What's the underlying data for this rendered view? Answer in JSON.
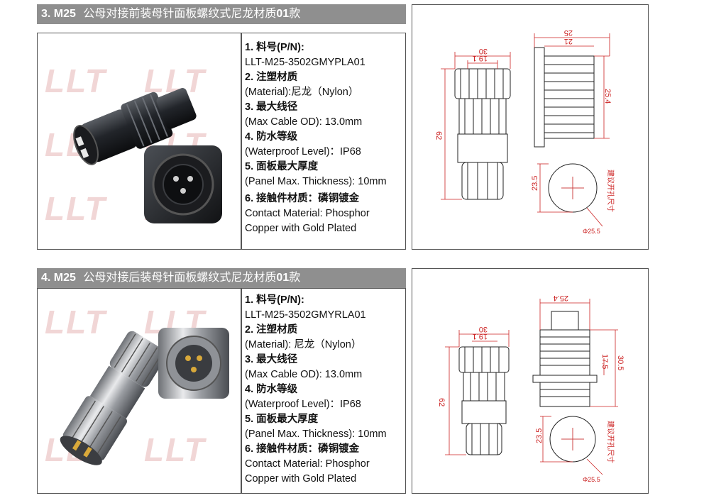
{
  "sections": [
    {
      "title_num": "3. M25",
      "title_text": "公母对接前装母针面板螺纹式尼龙材质",
      "title_suffix": "01",
      "title_end": "款",
      "watermark": "LLT",
      "specs": {
        "pn_label": "1. 料号(P/N):",
        "pn_value": "LLT-M25-3502GMYPLA01",
        "mat_label": "2. 注塑材质",
        "mat_value": "(Material):尼龙（Nylon）",
        "od_label": "3. 最大线径",
        "od_value": "(Max Cable OD): 13.0mm",
        "wp_label": "4. 防水等级",
        "wp_value": "(Waterproof Level)：IP68",
        "panel_label": "5. 面板最大厚度",
        "panel_value": "(Panel Max. Thickness): 10mm",
        "contact_label": "6. 接触件材质：磷铜镀金",
        "contact_value_1": "Contact Material: Phosphor",
        "contact_value_2": "Copper with Gold Plated"
      },
      "dims": {
        "d30": "30",
        "d19": "19.1",
        "d62": "62",
        "d25": "25",
        "d21": "21",
        "d254": "25.4",
        "d235": "23.5",
        "d255": "Φ25.5",
        "hole_note": "建议开孔尺寸"
      }
    },
    {
      "title_num": "4. M25",
      "title_text": "公母对接后装母针面板螺纹式尼龙材质",
      "title_suffix": "01",
      "title_end": "款",
      "watermark": "LLT",
      "specs": {
        "pn_label": "1. 料号(P/N):",
        "pn_value": "LLT-M25-3502GMYRLA01",
        "mat_label": "2. 注塑材质",
        "mat_value": "(Material): 尼龙（Nylon）",
        "od_label": "3. 最大线径",
        "od_value": "(Max Cable OD): 13.0mm",
        "wp_label": "4. 防水等级",
        "wp_value": "(Waterproof Level)：IP68",
        "panel_label": "5. 面板最大厚度",
        "panel_value": "(Panel Max. Thickness): 10mm",
        "contact_label": "6. 接触件材质：磷铜镀金",
        "contact_value_1": "Contact Material: Phosphor",
        "contact_value_2": "Copper with Gold Plated"
      },
      "dims": {
        "d30": "30",
        "d19": "19.1",
        "d62": "62",
        "d254": "25.4",
        "d175": "17.5",
        "d305": "30.5",
        "d235": "23.5",
        "d255": "Φ25.5",
        "hole_note": "建议开孔尺寸"
      }
    }
  ]
}
